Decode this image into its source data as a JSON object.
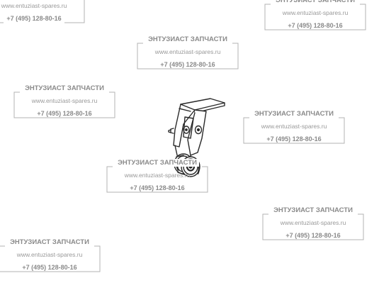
{
  "watermark": {
    "company": "ЭНТУЗИАСТ ЗАПЧАСТИ",
    "website": "www.entuziast-spares.ru",
    "phone": "+7 (495) 128-80-16"
  },
  "colors": {
    "watermark_text": "#8e8e8e",
    "drawing_line": "#2a2a2a"
  },
  "part_icon": "bracket-roller-icon"
}
